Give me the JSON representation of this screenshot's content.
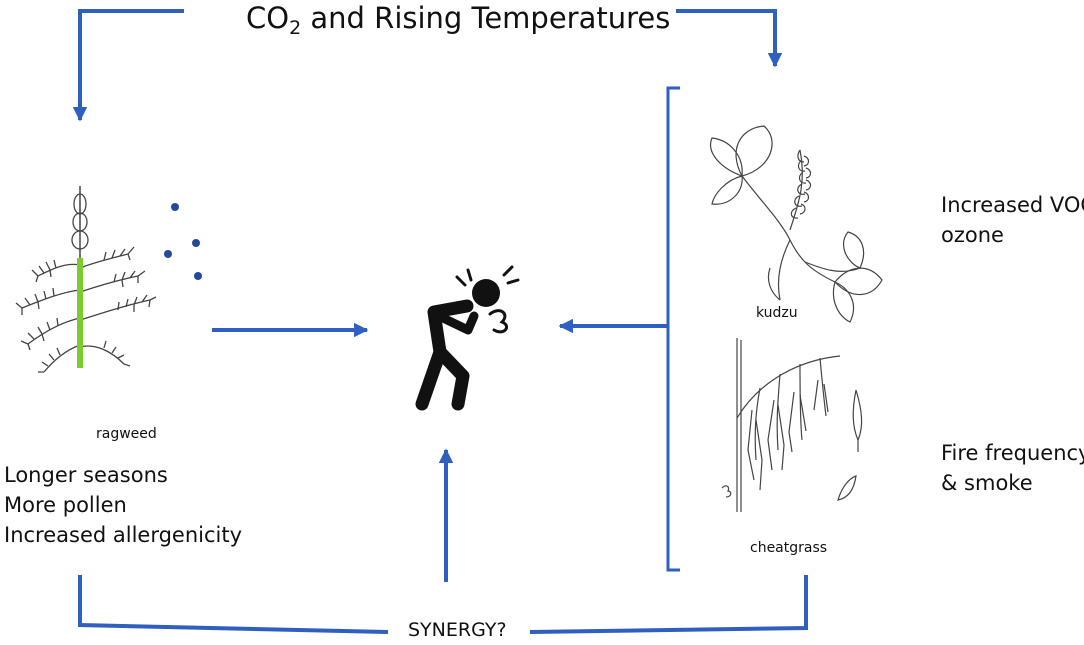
{
  "title": {
    "prefix": "CO",
    "subscript": "2",
    "suffix": " and Rising Temperatures"
  },
  "ragweed": {
    "caption": "ragweed",
    "effects": [
      "Longer seasons",
      "More pollen",
      "Increased allergenicity"
    ]
  },
  "kudzu": {
    "caption": "kudzu",
    "effects": [
      "Increased VOCs",
      "ozone"
    ]
  },
  "cheatgrass": {
    "caption": "cheatgrass",
    "effects": [
      "Fire frequency",
      "& smoke"
    ]
  },
  "synergy": "SYNERGY?",
  "colors": {
    "arrow": "#2f5fbf",
    "ragweed_stem": "#7ccc2e",
    "pollen": "#24489c",
    "drawing": "#444444",
    "person": "#111111"
  },
  "icons": [
    "ragweed-plant-icon",
    "pollen-dots-icon",
    "coughing-person-icon",
    "kudzu-plant-icon",
    "cheatgrass-plant-icon"
  ]
}
